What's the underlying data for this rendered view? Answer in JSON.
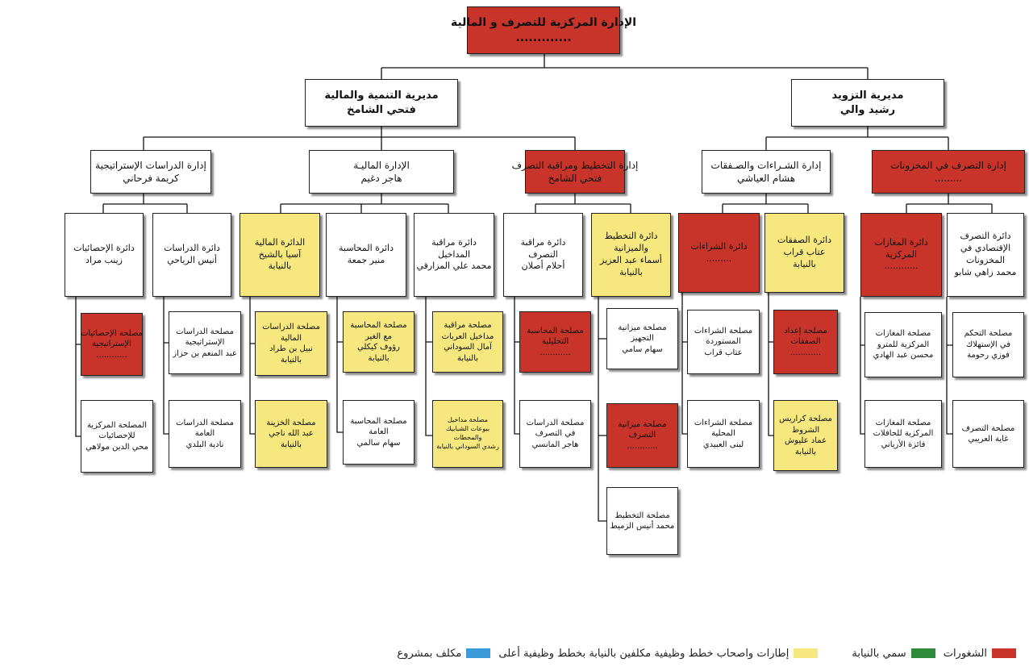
{
  "colors": {
    "red": "#c9342a",
    "yellow": "#f6e77e",
    "green": "#2e8b3a",
    "blue": "#3b9ad9",
    "white": "#ffffff"
  },
  "top": {
    "lines": [
      "الإدارة المركزية للتصرف و المالية",
      "............."
    ]
  },
  "dir_supply": {
    "lines": [
      "مديرية التزويد",
      "رشيد والي"
    ]
  },
  "dir_dev": {
    "lines": [
      "مديرية التنمية والمالية",
      "فتحي الشامخ"
    ]
  },
  "adm_inventory": {
    "lines": [
      "إدارة التصرف في المخزونات",
      "........."
    ]
  },
  "adm_purchase": {
    "lines": [
      "إدارة الشـراءات والصـفقات",
      "هشام العياشي"
    ]
  },
  "adm_planning": {
    "lines": [
      "إدارة التخطيط ومراقبة التصرف",
      "فتحي الشامخ"
    ]
  },
  "adm_finance": {
    "lines": [
      "الإدارة الماليـة",
      "هاجر دغيم"
    ]
  },
  "adm_studies": {
    "lines": [
      "إدارة الدراسات الإستراتيجية",
      "كريمة فرحاني"
    ]
  },
  "c1": {
    "lines": [
      "دائرة التصرف",
      "الإقتصادي في",
      "المخزونات",
      "محمد زاهي شابو"
    ]
  },
  "c2": {
    "lines": [
      "دائرة المغازات",
      "المركزية",
      "............"
    ]
  },
  "c3": {
    "lines": [
      "دائرة الصفقات",
      "عتاب قراب",
      "بالنيابة"
    ]
  },
  "c4": {
    "lines": [
      "دائرة الشراءات",
      "........."
    ]
  },
  "c5": {
    "lines": [
      "دائرة التخطيط",
      "والميزانية",
      "أسماء عبد العزيز",
      "بالنيابة"
    ]
  },
  "c6": {
    "lines": [
      "دائرة مراقبة",
      "التصرف",
      "أحلام أصلان"
    ]
  },
  "c7": {
    "lines": [
      "دائرة مراقبة",
      "المداخيل",
      "محمد علي المزارقي"
    ]
  },
  "c8": {
    "lines": [
      "دائرة المحاسبة",
      "منير جمعة"
    ]
  },
  "c9": {
    "lines": [
      "الدائرة المالية",
      "آسيا بالشيخ",
      "بالنيابة"
    ]
  },
  "c10": {
    "lines": [
      "دائرة الدراسات",
      "أنيس الرياحي"
    ]
  },
  "c11": {
    "lines": [
      "دائرة الإحصائيات",
      "زينب مراد"
    ]
  },
  "s1a": {
    "lines": [
      "مصلحة التحكم",
      "في الإستهلاك",
      "فوزي رحومة"
    ]
  },
  "s1b": {
    "lines": [
      "مصلحة التصرف",
      "غاية العريبي"
    ]
  },
  "s2a": {
    "lines": [
      "مصلحة المغازات",
      "المركزية للمترو",
      "محسن عبد الهادي"
    ]
  },
  "s2b": {
    "lines": [
      "مصلحة المغازات",
      "المركزية للحافلات",
      "فائزة الأرياني"
    ]
  },
  "s3a": {
    "lines": [
      "مصلحة إعداد",
      "الصفقات",
      "............"
    ]
  },
  "s3b": {
    "lines": [
      "مصلحة كراريس",
      "الشروط",
      "عماد عليوش",
      "بالنيابة"
    ]
  },
  "s4a": {
    "lines": [
      "مصلحة الشراءات",
      "المستوردة",
      "عتاب قراب"
    ]
  },
  "s4b": {
    "lines": [
      "مصلحة الشراءات",
      "المحلية",
      "لبنى العبيدي"
    ]
  },
  "s5a": {
    "lines": [
      "مصلحة ميزانية",
      "التجهيز",
      "سهام سامي"
    ]
  },
  "s5b": {
    "lines": [
      "مصلحة ميزانية",
      "التصرف",
      "............"
    ]
  },
  "s5c": {
    "lines": [
      "مصلحة التخطيط",
      "محمد أنيس الزميط"
    ]
  },
  "s6a": {
    "lines": [
      "مصلحة المحاسبة",
      "التحليلية",
      "............"
    ]
  },
  "s6b": {
    "lines": [
      "مصلحة الدراسات",
      "في التصرف",
      "هاجر المانسي"
    ]
  },
  "s7a": {
    "lines": [
      "مصلحة مراقبة",
      "مداخيل العربات",
      "آمال السوداني",
      "بالنيابة"
    ]
  },
  "s7b": {
    "lines": [
      "مصلحة مداخيل",
      "بيوعات الشبابيك",
      "والمحطات",
      "رشدي السوداني بالنيابة"
    ]
  },
  "s8a": {
    "lines": [
      "مصلحة المحاسبة",
      "مع الغير",
      "رؤوف كيكلي",
      "بالنيابة"
    ]
  },
  "s8b": {
    "lines": [
      "مصلحة المحاسبة",
      "العامة",
      "سهام سالمي"
    ]
  },
  "s9a": {
    "lines": [
      "مصلحة الدراسات",
      "المالية",
      "نبيل بن طراد",
      "بالنيابة"
    ]
  },
  "s9b": {
    "lines": [
      "مصلحة الخزينة",
      "عبد الله ناجي",
      "بالنيابة"
    ]
  },
  "s10a": {
    "lines": [
      "مصلحة الدراسات",
      "الإستراتيجية",
      "عبد المنعم بن حزاز"
    ]
  },
  "s10b": {
    "lines": [
      "مصلحة الدراسات",
      "العامة",
      "نادية البلدي"
    ]
  },
  "s11a": {
    "lines": [
      "مصلحة الإحصائيات",
      "الإستراتيجية",
      "............"
    ]
  },
  "s11b": {
    "lines": [
      "المصلحة المركزية",
      "للإحصائيات",
      "محي الدين مولاهي"
    ]
  },
  "legend": {
    "red_label": "الشغورات",
    "green_label": "سمي بالنيابة",
    "yellow_label": "إطارات واصحاب خطط وظيفية مكلفين بالنيابة بخطط وظيفية أعلى",
    "blue_label": "مكلف بمشروع"
  }
}
